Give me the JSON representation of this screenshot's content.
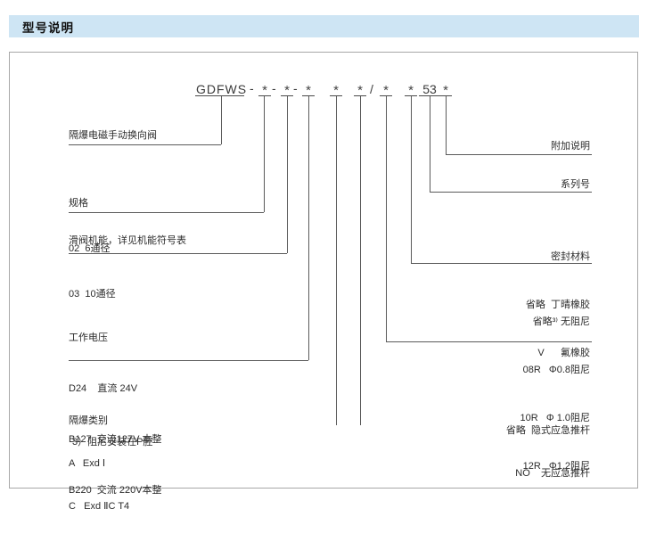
{
  "header": {
    "title": "型号说明"
  },
  "colors": {
    "header_bg": "#cee5f4",
    "line": "#5a5a5a",
    "panel_border": "#a8a8a8"
  },
  "code": {
    "full": "GDFWS-*-*-* * */* *53*",
    "tokens": [
      "GDFWS",
      "-",
      "*",
      "-",
      "*",
      "-",
      "*",
      "*",
      "*",
      "/",
      "*",
      "*",
      "53",
      "*"
    ]
  },
  "left_labels": {
    "valve_name": "隔爆电磁手动换向阀",
    "spec": {
      "title": "规格",
      "item1": "02  6通径",
      "item2": "03  10通径"
    },
    "spool": "滑阀机能，详见机能符号表",
    "voltage": {
      "title": "工作电压",
      "item1": "D24    直流 24V",
      "item2": "B127  交流127V 本整",
      "item3": "B220  交流 220V本整"
    },
    "exproof": {
      "title": "隔爆类别",
      "item1": "A   Exd Ⅰ",
      "item2": "C   Exd ⅡC T4"
    },
    "footnote": "3）阻尼安装在P腔"
  },
  "right_labels": {
    "additional": "附加说明",
    "series": "系列号",
    "seal": {
      "title": "密封材料",
      "item1": "省略  丁晴橡胶",
      "item2": "V      氟橡胶"
    },
    "damping": {
      "item1": "省略³⁾ 无阻尼",
      "item2": "08R   Φ0.8阻尼",
      "item3": "10R   Φ 1.0阻尼",
      "item4": "12R   Φ1.2阻尼"
    },
    "pushrod": {
      "item1": "省略  隐式应急推杆",
      "item2": "NO    无应急推杆"
    }
  }
}
